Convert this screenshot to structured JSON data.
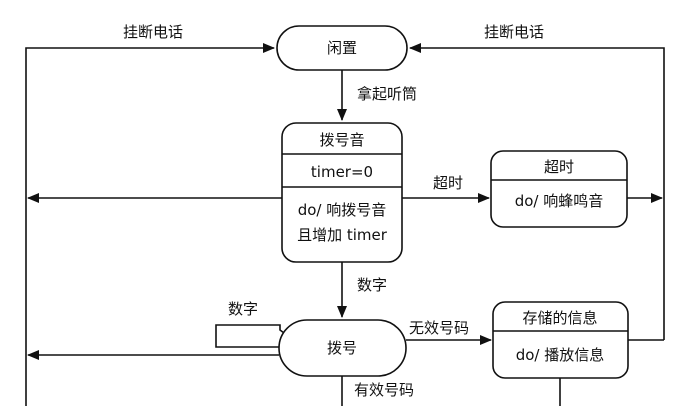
{
  "states": {
    "idle": {
      "name": "闲置"
    },
    "dial_tone": {
      "name": "拨号音",
      "attr": "timer=0",
      "action_line1": "do/ 响拨号音",
      "action_line2": "且增加 timer"
    },
    "timeout": {
      "name": "超时",
      "action": "do/ 响蜂鸣音"
    },
    "dialing": {
      "name": "拨号"
    },
    "recorded": {
      "name": "存储的信息",
      "action": "do/ 播放信息"
    }
  },
  "transitions": {
    "hang_up_left": "挂断电话",
    "hang_up_right": "挂断电话",
    "pick_up": "拿起听筒",
    "timeout": "超时",
    "digit_down": "数字",
    "digit_self": "数字",
    "invalid_number": "无效号码",
    "valid_number": "有效号码"
  },
  "colors": {
    "line": "#111111",
    "fill": "#ffffff"
  }
}
